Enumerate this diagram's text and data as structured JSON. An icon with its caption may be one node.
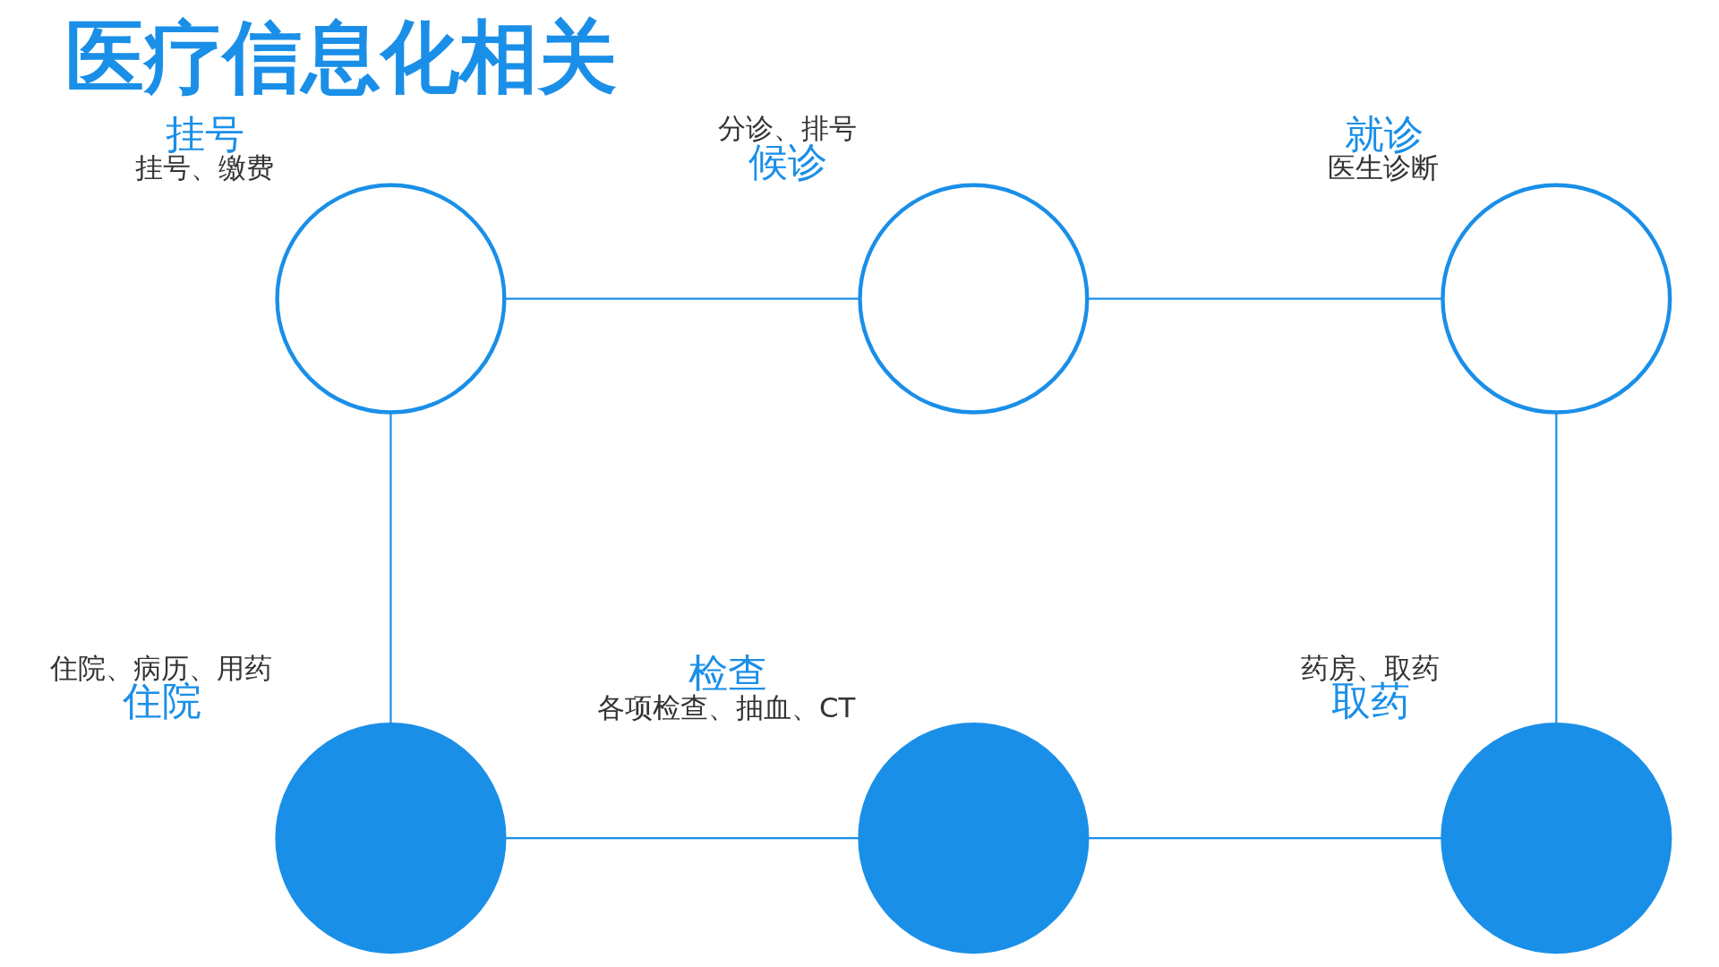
{
  "diagram": {
    "title": "医疗信息化相关",
    "nodes": [
      {
        "text": [],
        "shape": "circle",
        "beside": [
          "挂号",
          "挂号、缴费"
        ]
      },
      {
        "text": [],
        "shape": "circle",
        "beside": [
          "分诊、排号",
          "候诊"
        ]
      },
      {
        "text": [],
        "shape": "circle",
        "beside": [
          "就诊",
          "医生诊断"
        ]
      },
      {
        "text": [],
        "shape": "circle",
        "beside": [
          "住院、病历、用药",
          "住院"
        ]
      },
      {
        "text": [],
        "shape": "circle",
        "beside": [
          "检查",
          "各项检查、抽血、CT"
        ]
      },
      {
        "text": [],
        "shape": "circle",
        "beside": [
          "药房、取药",
          "取药"
        ]
      }
    ],
    "edges": [
      {
        "from": 0,
        "to": 1,
        "arrow": "none"
      },
      {
        "from": 1,
        "to": 2,
        "arrow": "none"
      },
      {
        "from": 2,
        "to": 5,
        "arrow": "none"
      },
      {
        "from": 5,
        "to": 4,
        "arrow": "none"
      },
      {
        "from": 4,
        "to": 3,
        "arrow": "none"
      },
      {
        "from": 3,
        "to": 0,
        "arrow": "none"
      }
    ]
  }
}
